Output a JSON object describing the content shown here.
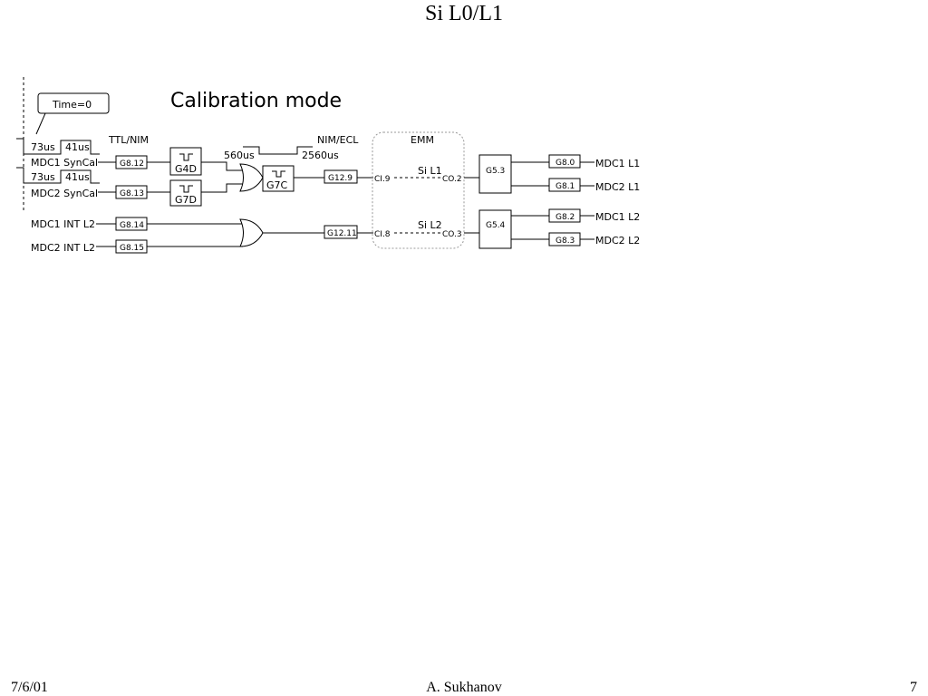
{
  "slide": {
    "title": "Si L0/L1",
    "footer_date": "7/6/01",
    "footer_author": "A. Sukhanov",
    "footer_page": "7"
  },
  "diagram": {
    "subtitle": "Calibration mode",
    "time_callout": "Time=0",
    "timing": {
      "t1": "73us",
      "t2": "41us",
      "t3": "73us",
      "t4": "41us"
    },
    "inputs": {
      "mdc1_syncal": "MDC1 SynCal",
      "mdc2_syncal": "MDC2 SynCal",
      "mdc1_int_l2": "MDC1 INT L2",
      "mdc2_int_l2": "MDC2 INT L2"
    },
    "headers": {
      "ttl_nim": "TTL/NIM",
      "nim_ecl": "NIM/ECL",
      "emm": "EMM"
    },
    "gates": {
      "g812": "G8.12",
      "g813": "G8.13",
      "g814": "G8.14",
      "g815": "G8.15",
      "g4d": "G4D",
      "g7d": "G7D",
      "g7c": "G7C",
      "g129": "G12.9",
      "g1211": "G12.11",
      "g53": "G5.3",
      "g54": "G5.4",
      "g80": "G8.0",
      "g81": "G8.1",
      "g82": "G8.2",
      "g83": "G8.3"
    },
    "pulse_widths": {
      "p560": "560us",
      "p2560": "2560us"
    },
    "emm_ports": {
      "ci9": "CI.9",
      "co2": "CO.2",
      "ci8": "CI.8",
      "co3": "CO.3"
    },
    "emm_signals": {
      "sil1": "Si L1",
      "sil2": "Si L2"
    },
    "outputs": {
      "mdc1_l1": "MDC1 L1",
      "mdc2_l1": "MDC2 L1",
      "mdc1_l2": "MDC1 L2",
      "mdc2_l2": "MDC2 L2"
    }
  }
}
